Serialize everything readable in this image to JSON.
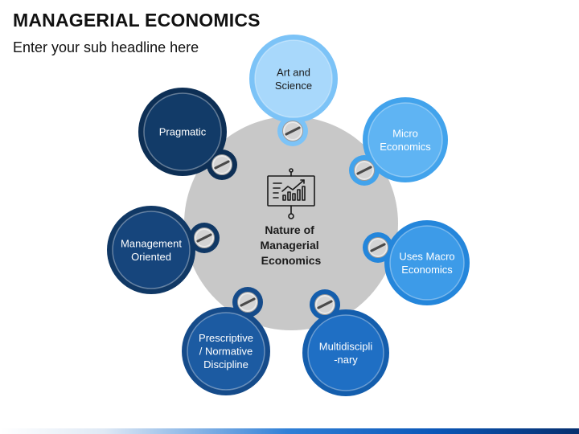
{
  "header": {
    "title": "MANAGERIAL ECONOMICS",
    "subtitle": "Enter your sub headline here"
  },
  "center": {
    "label_lines": [
      "Nature of",
      "Managerial",
      "Economics"
    ],
    "icon": "presentation-chart-icon",
    "color": "#c8c8c8"
  },
  "nodes": [
    {
      "id": "art-and-science",
      "lines": [
        "Art and",
        "Science"
      ],
      "color": "#a8d8fb",
      "ring": "#7cc3f7",
      "text_dark": true
    },
    {
      "id": "micro-economics",
      "lines": [
        "Micro",
        "Economics"
      ],
      "color": "#5fb4f3",
      "ring": "#42a3ec",
      "text_dark": false
    },
    {
      "id": "uses-macro-economics",
      "lines": [
        "Uses Macro",
        "Economics"
      ],
      "color": "#3d9be8",
      "ring": "#2486db",
      "text_dark": false
    },
    {
      "id": "multidisciplinary",
      "lines": [
        "Multidiscipli",
        "-nary"
      ],
      "color": "#1f6fc4",
      "ring": "#145ead",
      "text_dark": false
    },
    {
      "id": "prescriptive-normative",
      "lines": [
        "Prescriptive",
        "/ Normative",
        "Discipline"
      ],
      "color": "#1c5ba2",
      "ring": "#154b8a",
      "text_dark": false
    },
    {
      "id": "management-oriented",
      "lines": [
        "Management",
        "Oriented"
      ],
      "color": "#16457c",
      "ring": "#103865",
      "text_dark": false
    },
    {
      "id": "pragmatic",
      "lines": [
        "Pragmatic"
      ],
      "color": "#123b68",
      "ring": "#0d2f55",
      "text_dark": false
    }
  ],
  "icons": {
    "connector": "screw-icon"
  }
}
